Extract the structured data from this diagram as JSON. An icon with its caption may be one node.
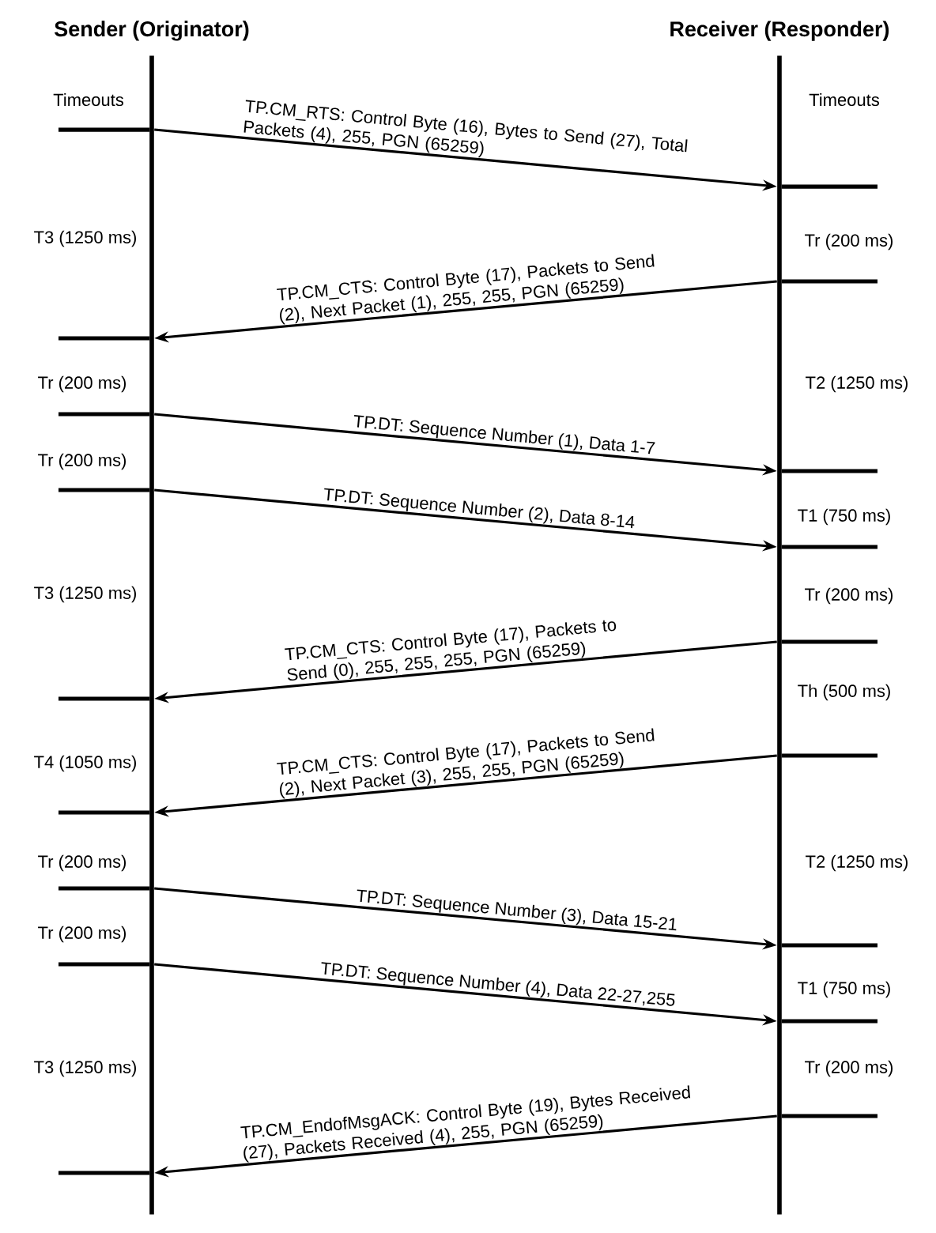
{
  "diagram": {
    "nodes": [
      {
        "text": [
          "Sender (Originator)"
        ]
      },
      {
        "text": [
          "Receiver (Responder)"
        ]
      }
    ],
    "edges": [
      {
        "from": 0,
        "to": 1,
        "arrow": "to",
        "label": "TP.CM_RTS: Control Byte (16), Bytes to Send (27), Total Packets (4), 255, PGN (65259)"
      },
      {
        "from": 1,
        "to": 0,
        "arrow": "to",
        "label": "TP.CM_CTS: Control Byte (17), Packets to Send (2), Next Packet (1), 255, 255, PGN (65259)"
      },
      {
        "from": 0,
        "to": 1,
        "arrow": "to",
        "label": "TP.DT:  Sequence Number (1), Data 1-7"
      },
      {
        "from": 0,
        "to": 1,
        "arrow": "to",
        "label": "TP.DT:  Sequence Number (2), Data 8-14"
      },
      {
        "from": 1,
        "to": 0,
        "arrow": "to",
        "label": "TP.CM_CTS: Control Byte (17), Packets to Send (0), 255, 255, 255, PGN (65259)"
      },
      {
        "from": 1,
        "to": 0,
        "arrow": "to",
        "label": "TP.CM_CTS: Control Byte (17), Packets to Send (2), Next Packet (3), 255, 255, PGN (65259)"
      },
      {
        "from": 0,
        "to": 1,
        "arrow": "to",
        "label": "TP.DT:  Sequence Number (3), Data 15-21"
      },
      {
        "from": 0,
        "to": 1,
        "arrow": "to",
        "label": "TP.DT:  Sequence Number (4), Data 22-27,255"
      },
      {
        "from": 1,
        "to": 0,
        "arrow": "to",
        "label": "TP.CM_EndofMsgACK: Control Byte (19), Bytes Received (27),  Packets Received (4), 255, PGN (65259)"
      }
    ],
    "labels": [
      "Timeouts",
      "Timeouts",
      "T3 (1250 ms)",
      "Tr  (200 ms)",
      "Tr  (200 ms)",
      "T2 (1250 ms)",
      "Tr  (200 ms)",
      "T1 (750 ms)",
      "T3 (1250 ms)",
      "Tr  (200 ms)",
      "Th (500 ms)",
      "T4 (1050 ms)",
      "Tr  (200 ms)",
      "T2 (1250 ms)",
      "Tr  (200 ms)",
      "T1 (750 ms)",
      "T3 (1250 ms)",
      "Tr  (200 ms)"
    ]
  }
}
